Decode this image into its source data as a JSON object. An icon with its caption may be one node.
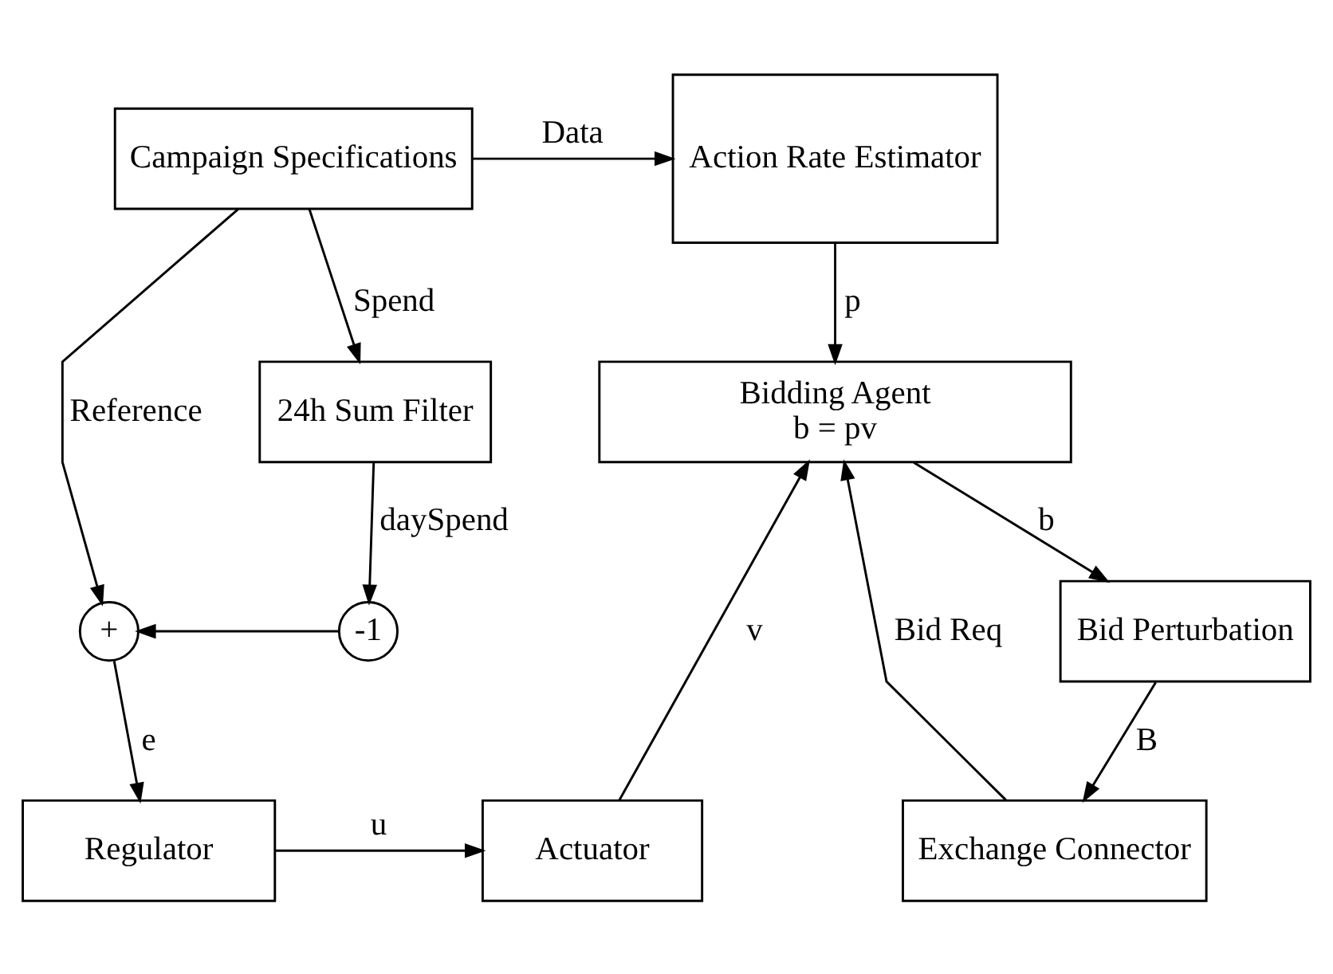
{
  "diagram": {
    "nodes": [
      {
        "text": [
          "Campaign Specifications"
        ]
      },
      {
        "text": [
          "Action Rate Estimator"
        ]
      },
      {
        "text": [
          "24h Sum Filter"
        ]
      },
      {
        "text": [
          "Bidding Agent",
          "b = pv"
        ]
      },
      {
        "text": [
          "+"
        ]
      },
      {
        "text": [
          "-1"
        ]
      },
      {
        "text": [
          "Bid Perturbation"
        ]
      },
      {
        "text": [
          "Regulator"
        ]
      },
      {
        "text": [
          "Actuator"
        ]
      },
      {
        "text": [
          "Exchange Connector"
        ]
      }
    ],
    "edges": [
      {
        "from": 0,
        "to": 1,
        "arrow": "to",
        "label": "Data"
      },
      {
        "from": 0,
        "to": 2,
        "arrow": "to",
        "label": "Spend"
      },
      {
        "from": 0,
        "to": 4,
        "arrow": "to",
        "label": "Reference"
      },
      {
        "from": 2,
        "to": 5,
        "arrow": "to",
        "label": "daySpend"
      },
      {
        "from": 5,
        "to": 4,
        "arrow": "to"
      },
      {
        "from": 1,
        "to": 3,
        "arrow": "to",
        "label": "p"
      },
      {
        "from": 4,
        "to": 7,
        "arrow": "to",
        "label": "e"
      },
      {
        "from": 3,
        "to": 6,
        "arrow": "to",
        "label": "b"
      },
      {
        "from": 8,
        "to": 3,
        "arrow": "to",
        "label": "v"
      },
      {
        "from": 9,
        "to": 3,
        "arrow": "to",
        "label": "Bid Req"
      },
      {
        "from": 6,
        "to": 9,
        "arrow": "to",
        "label": "B"
      },
      {
        "from": 7,
        "to": 8,
        "arrow": "to",
        "label": "u"
      }
    ]
  }
}
